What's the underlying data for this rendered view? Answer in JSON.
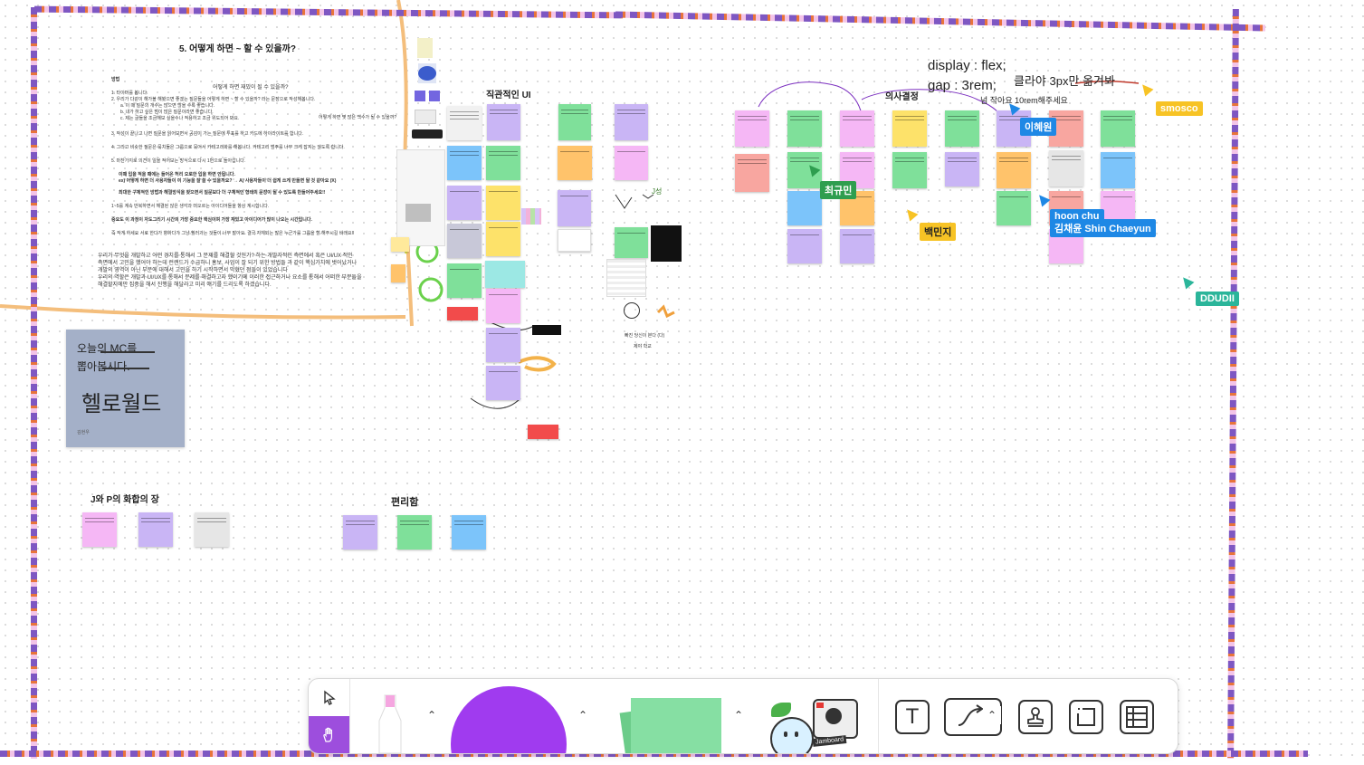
{
  "board": {
    "section_main_title": "5. 어떻게 하면 ~ 할 수 있을까?",
    "method_label": "방법",
    "method_question": "어떻게 하면 재밌이 될 수 있을까?",
    "method_side_question": "어떻게 하면 몇 많은 백수가 될 수 있을까?",
    "method_items": [
      "1. 타이머를 봅니다.",
      "2. 우리가 다같이 해가볼 해봤으면 좋겠는 질문들을 어떻게 하면 ~ 할 수 있을까? 라는 문장으로 작성해봅니다.",
      "a. 이 때 질문의 개수는 많으면 많을 수록 좋습니다.",
      "b. 내가 하고 싶은 범이 많은 질문이라면 좋습니다.",
      "c. 제는 글들을 조금해보 싶을수나 적용하고 조금 위도되어 봐요.",
      "3. 작성이 끝나고 나면 질문을 읽어보면서 공감이 가는 질문에 투표를 하고 카드에 하이라이트를 합니다.",
      "4. 그리고 비슷한 질문은 묶치들은 그룹으로 묶어서 카테고리화를 해봅니다. 카테고리 범주를 너무 크게 잡지는 않도록 합니다.",
      "5. 마찬가지로 의견이 일을 적어보는 방식으로 다시 1번으로 돌아갑니다.",
      "이때 입을 적을 때에는 들어온 허리 오로한 입을 하면 안됩니다.",
      "ex) 어떻게 하면 더 사용자들이 이 기능을 잘 쓸 수 있을까요? → A) 사용자들이 더 쉽게 쓰게 만들면 될 것 같아요 (X)",
      "최대한 구체적인 방법과 해결방식을 찾으면서 질문보다 더 구체적인 형태의 문장이 될 수 있도록 만들어주세요!!",
      "1~5를 계속 반복하면서 해결된 않은 생각과 떠오르는 아이디어들을 항상 계시합니다.",
      "중요도 이 과정이 자도그리기 시간의 가장 중요한 핵심이며 가장 재밌고 아이디어가 많이 나오는 시간입니다.",
      "즉 작게 하세요 서로 한다가 향하다가 그냥 훨러가는 것들이 너무 많아요. 결국 자체되는 많은 누군가를 그룹을 할 해주시길 바래요!!"
    ],
    "summary_paragraphs": [
      "우리가 무엇을 개발하고 어떤 경치를 통해서 그 문제를 해결할 것인가? 하는 개발자적인 측면에서 혹은 UI/UX 적인",
      "측면에서 고민을 했어야 하는데 런랜드가 수급하니 홍보, 사업이 잘 되기 위한 방법들 과 같이 핵심가치에 벗어났거나",
      "개발의 영역이 아닌 부분에 대해서 고민을 하기 시작하면서 막혔던 점들이 있었습니다",
      "우리의 역할은 개발과 UI/UX를 통해서 문제를 해결하고자 했이기에 이러한 접근하거나 요소를 통해서 어떠한 부분들을",
      "해결할지에만 집중을 해서 진행을 해달라고 미리 얘기를 드리도록 하겠습니다."
    ],
    "mc_card": {
      "line1": "오늘의 MC를",
      "line2": "뽑아봅시다.",
      "big": "헬로월드",
      "author": "김현우"
    },
    "intuitive_ui_title": "직관적인 UI",
    "decision_title": "의사결정",
    "jp_title": "J와 P의 화합의 장",
    "convenience_title": "편리함",
    "annotations": {
      "display_flex": "display : flex;",
      "gap": "gap : 3rem;",
      "clear_note": "클라야 3px만 옮겨봐",
      "small_note": "넘 작아요 10rem해주세요",
      "smile_note": "J성 ",
      "bottom_label1": "빠진 당신이 본다 (다)",
      "bottom_label2": "제야 학교"
    }
  },
  "cursors": [
    {
      "name": "smosco",
      "color": "#f7c325"
    },
    {
      "name": "이혜원",
      "color": "#1e88e5"
    },
    {
      "name": "최규민",
      "color": "#2e9e4f"
    },
    {
      "name": "백민지",
      "color": "#f7c325"
    },
    {
      "name": "hoon chu",
      "color": "#1e88e5"
    },
    {
      "name": "김채윤 Shin Chaeyun",
      "color": "#1e88e5"
    },
    {
      "name": "DDUDII",
      "color": "#2bb59a"
    }
  ],
  "toolbar": {
    "select_tool": "select",
    "hand_tool": "hand",
    "tools": [
      "marker",
      "shape",
      "sticky-note",
      "stickers",
      "text",
      "connector",
      "stamp",
      "section",
      "table"
    ],
    "active_color": "#9d4edd",
    "shape_color": "#a03bef",
    "sticky_color": "#7ed59a",
    "marker_color": "#f5a6e0",
    "sticker_label": "Jamboard"
  }
}
